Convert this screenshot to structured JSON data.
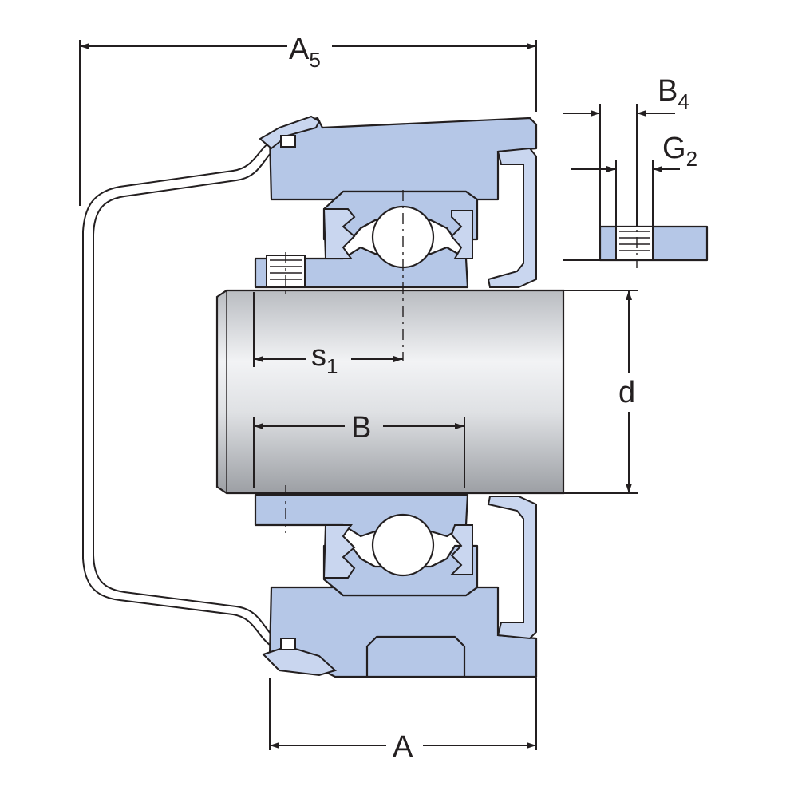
{
  "dimensions": {
    "A5": {
      "main": "A",
      "sub": "5"
    },
    "B4": {
      "main": "B",
      "sub": "4"
    },
    "G2": {
      "main": "G",
      "sub": "2"
    },
    "s1": {
      "main": "s",
      "sub": "1"
    },
    "B": {
      "main": "B",
      "sub": ""
    },
    "d": {
      "main": "d",
      "sub": ""
    },
    "A": {
      "main": "A",
      "sub": ""
    }
  },
  "colors": {
    "housing": "#b5c7e7",
    "shaft_light": "#f2f3f5",
    "shaft_dark": "#9c9fa4",
    "line": "#231f20"
  }
}
